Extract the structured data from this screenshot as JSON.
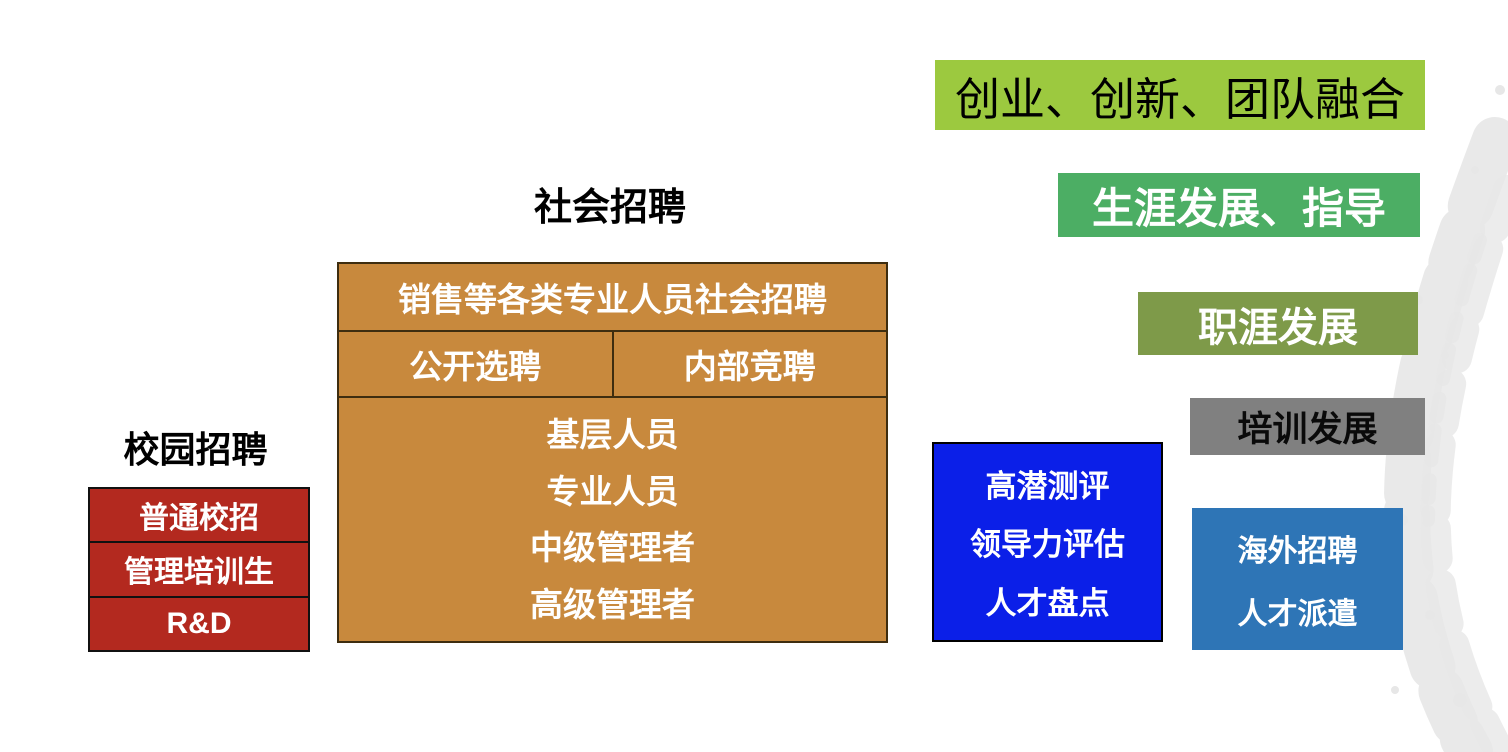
{
  "page": {
    "background": "#FFFFFF",
    "watermark_color": "#E7E7E7"
  },
  "titles": {
    "social_recruitment": "社会招聘",
    "campus_recruitment": "校园招聘"
  },
  "social_table": {
    "bg": "#C8893D",
    "border_color": "#3E2D0F",
    "text_color": "#FFFFFF",
    "header": "销售等各类专业人员社会招聘",
    "channels": [
      "公开选聘",
      "内部竞聘"
    ],
    "levels": [
      "基层人员",
      "专业人员",
      "中级管理者",
      "高级管理者"
    ]
  },
  "campus_table": {
    "bg": "#B3291F",
    "border_color": "#111111",
    "text_color": "#FFFFFF",
    "items": [
      "普通校招",
      "管理培训生",
      "R&D"
    ]
  },
  "banners": [
    {
      "label": "创业、创新、团队融合",
      "bg": "#9CC93F",
      "text_color": "#000000"
    },
    {
      "label": "生涯发展、指导",
      "bg": "#4CAE64",
      "text_color": "#FFFFFF"
    },
    {
      "label": "职涯发展",
      "bg": "#7E9A49",
      "text_color": "#FFFFFF"
    },
    {
      "label": "培训发展",
      "bg": "#808080",
      "text_color": "#0A0A0A"
    }
  ],
  "assessment_box": {
    "bg": "#0B1FE8",
    "border_color": "#000000",
    "text_color": "#FFFFFF",
    "lines": [
      "高潜测评",
      "领导力评估",
      "人才盘点"
    ]
  },
  "overseas_box": {
    "bg": "#2E75B6",
    "text_color": "#FFFFFF",
    "lines": [
      "海外招聘",
      "人才派遣"
    ]
  }
}
